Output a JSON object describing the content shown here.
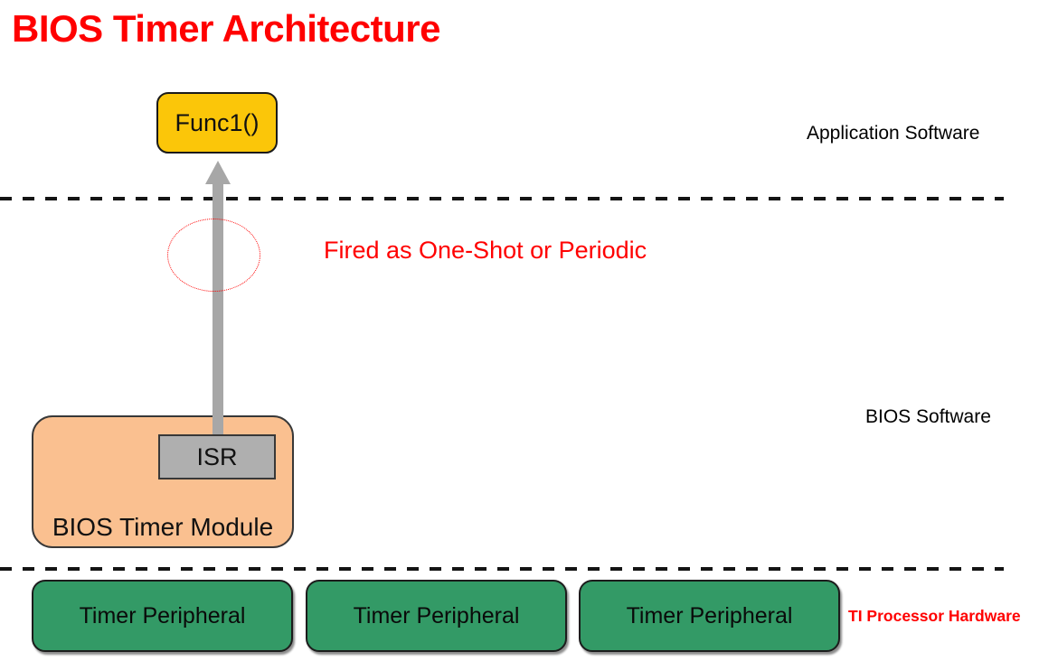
{
  "title": "BIOS Timer Architecture",
  "layers": {
    "application_label": "Application Software",
    "bios_label": "BIOS Software",
    "hardware_label": "TI Processor Hardware"
  },
  "annotation": {
    "fired_text": "Fired as One-Shot or Periodic"
  },
  "nodes": {
    "func_label": "Func1()",
    "isr_label": "ISR",
    "timer_module_label": "BIOS Timer Module",
    "peripherals": [
      "Timer Peripheral",
      "Timer Peripheral",
      "Timer Peripheral"
    ]
  },
  "colors": {
    "title_red": "#FF0000",
    "annotation_red": "#FF0000",
    "hardware_label_red": "#FF0000",
    "func_fill": "#FBC609",
    "module_fill": "#FAC090",
    "isr_fill": "#AFAFAF",
    "arrow_gray": "#A7A7A7",
    "peripheral_fill": "#339A66",
    "divider_black": "#141414",
    "ellipse_red": "#FF0000"
  }
}
